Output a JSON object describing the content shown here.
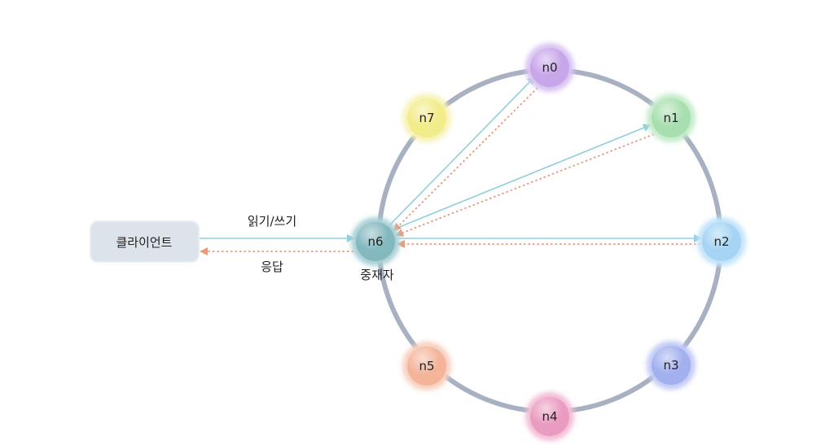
{
  "client": {
    "label": "클라이언트"
  },
  "request_label": "읽기/쓰기",
  "response_label": "응답",
  "coordinator_label": "중재자",
  "nodes": [
    {
      "id": "n0",
      "label": "n0",
      "fill": "#c8a6ea",
      "glow": "#d9c4f3"
    },
    {
      "id": "n1",
      "label": "n1",
      "fill": "#a9dfb0",
      "glow": "#c5ecca"
    },
    {
      "id": "n2",
      "label": "n2",
      "fill": "#a6d4f4",
      "glow": "#c3e4fa"
    },
    {
      "id": "n3",
      "label": "n3",
      "fill": "#a3b0ef",
      "glow": "#c3cbf6"
    },
    {
      "id": "n4",
      "label": "n4",
      "fill": "#ea9cc0",
      "glow": "#f3bfd7"
    },
    {
      "id": "n5",
      "label": "n5",
      "fill": "#f4b49a",
      "glow": "#f8d0bf"
    },
    {
      "id": "n6",
      "label": "n6",
      "fill": "#84b8bf",
      "glow": "#a9d0d5"
    },
    {
      "id": "n7",
      "label": "n7",
      "fill": "#f3ec8a",
      "glow": "#f7f3b8"
    }
  ],
  "colors": {
    "ring": "#a8b1c2",
    "request_arrow": "#8fcfdc",
    "response_arrow": "#e79a80",
    "client_box": "#dde3ea"
  }
}
